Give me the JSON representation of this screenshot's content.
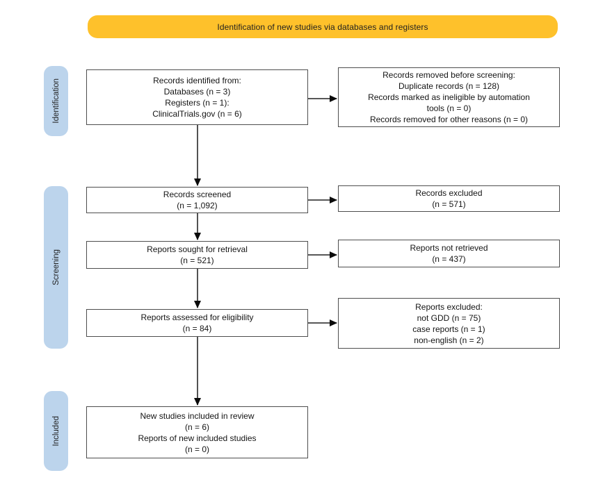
{
  "banner": {
    "label": "Identification of new studies via databases and registers",
    "bg_color": "#FEC12B"
  },
  "stages": [
    {
      "label": "Identification"
    },
    {
      "label": "Screening"
    },
    {
      "label": "Included"
    }
  ],
  "colors": {
    "stage_bg": "#BCD4EC",
    "box_border": "#4d4d4d",
    "arrow": "#3f3f3f",
    "text": "#141414"
  },
  "boxes": {
    "records_identified": {
      "lines": [
        "Records identified from:",
        "Databases (n = 3)",
        "Registers (n = 1):",
        "ClinicalTrials.gov (n = 6)"
      ]
    },
    "records_removed": {
      "lines": [
        "Records removed before screening:",
        "Duplicate records (n = 128)",
        "Records marked as ineligible by automation",
        "tools (n = 0)",
        "Records removed for other reasons (n = 0)"
      ]
    },
    "records_screened": {
      "lines": [
        "Records screened",
        "(n = 1,092)"
      ]
    },
    "records_excluded": {
      "lines": [
        "Records excluded",
        "(n = 571)"
      ]
    },
    "reports_sought": {
      "lines": [
        "Reports sought for retrieval",
        "(n = 521)"
      ]
    },
    "reports_not_retrieved": {
      "lines": [
        "Reports not retrieved",
        "(n = 437)"
      ]
    },
    "reports_assessed": {
      "lines": [
        "Reports assessed for eligibility",
        "(n = 84)"
      ]
    },
    "reports_excluded": {
      "lines": [
        "Reports excluded:",
        "not GDD (n = 75)",
        "case reports (n = 1)",
        "non-english (n = 2)"
      ]
    },
    "new_studies_included": {
      "lines": [
        "New studies included in review",
        "(n = 6)",
        "Reports of new included studies",
        "(n = 0)"
      ]
    }
  }
}
